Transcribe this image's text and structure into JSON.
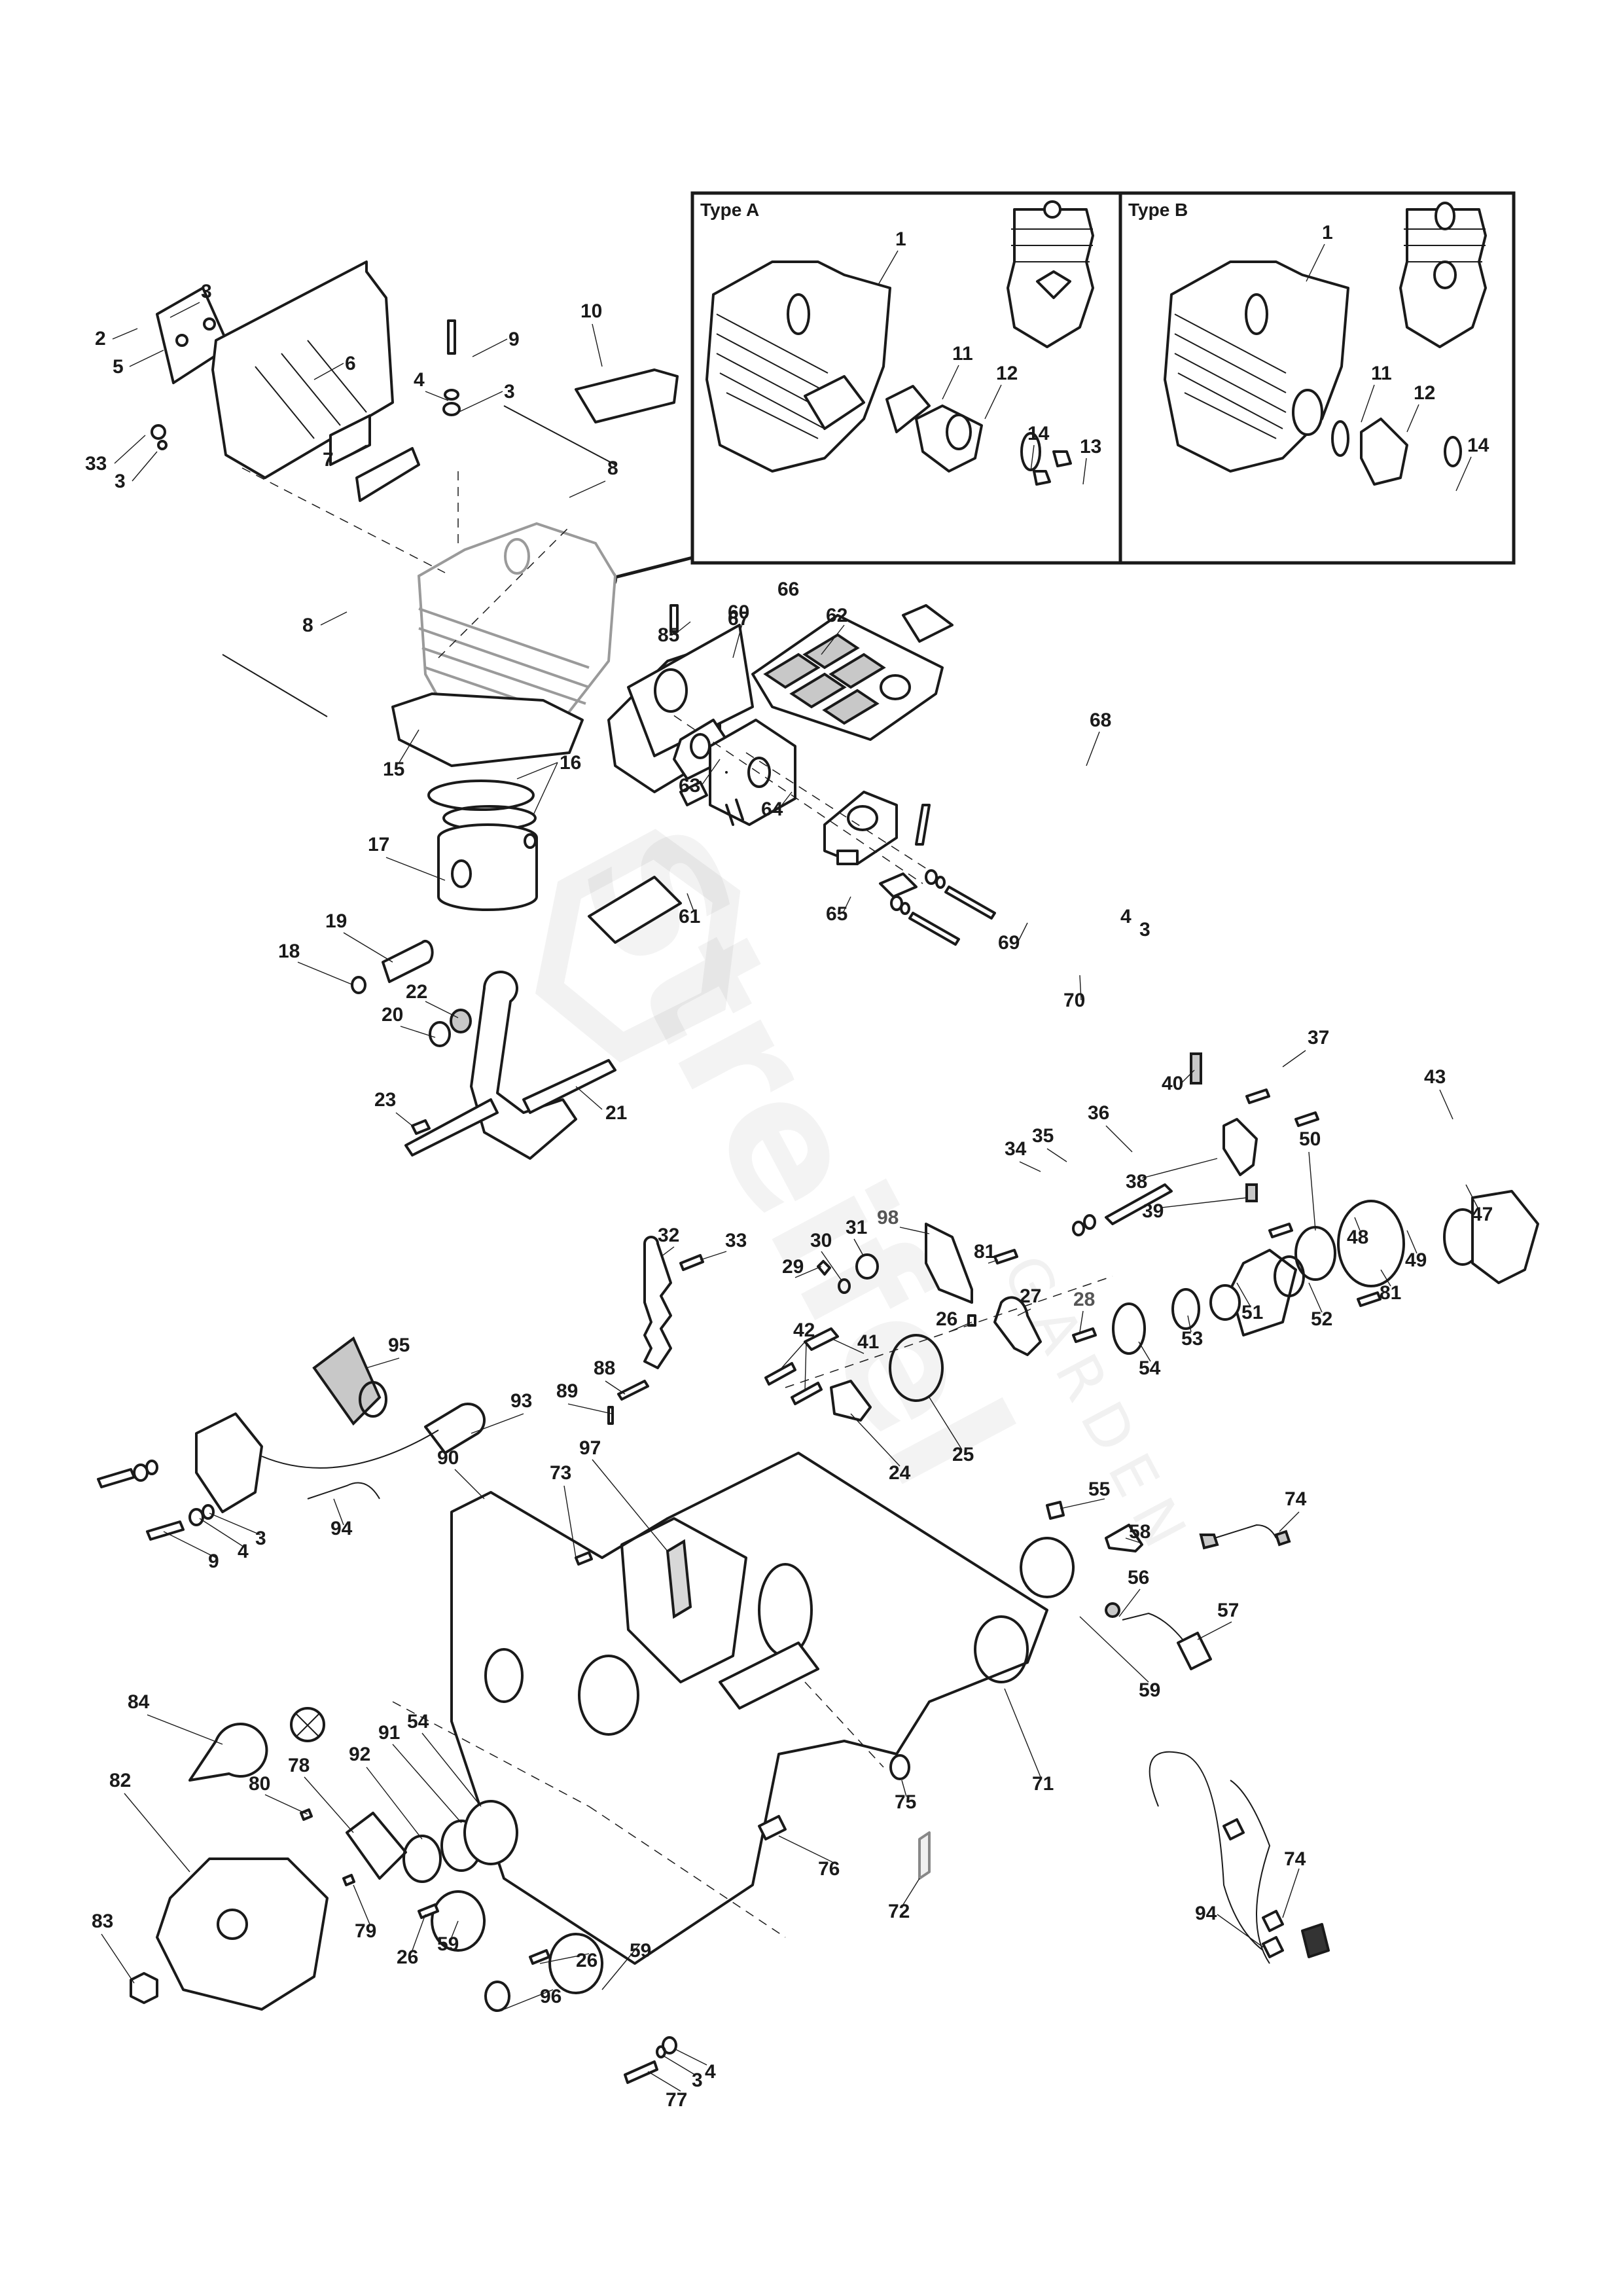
{
  "document": {
    "kind": "exploded parts diagram",
    "subject": "chainsaw engine assembly"
  },
  "watermark": {
    "text": "Streifel",
    "subtext": "GARDEN"
  },
  "inset": {
    "type_a": {
      "title": "Type A",
      "labels": [
        "1",
        "11",
        "12",
        "14",
        "13"
      ]
    },
    "type_b": {
      "title": "Type B",
      "labels": [
        "1",
        "11",
        "12",
        "14"
      ]
    }
  },
  "callouts": [
    {
      "id": "c-3a",
      "text": "3"
    },
    {
      "id": "c-2",
      "text": "2"
    },
    {
      "id": "c-5",
      "text": "5"
    },
    {
      "id": "c-6",
      "text": "6"
    },
    {
      "id": "c-33a",
      "text": "33"
    },
    {
      "id": "c-3b",
      "text": "3"
    },
    {
      "id": "c-7",
      "text": "7"
    },
    {
      "id": "c-9a",
      "text": "9"
    },
    {
      "id": "c-4a",
      "text": "4"
    },
    {
      "id": "c-3c",
      "text": "3"
    },
    {
      "id": "c-10",
      "text": "10"
    },
    {
      "id": "c-8a",
      "text": "8"
    },
    {
      "id": "c-8b",
      "text": "8"
    },
    {
      "id": "c-85",
      "text": "85"
    },
    {
      "id": "c-15",
      "text": "15"
    },
    {
      "id": "c-16",
      "text": "16"
    },
    {
      "id": "c-17",
      "text": "17"
    },
    {
      "id": "c-19",
      "text": "19"
    },
    {
      "id": "c-18",
      "text": "18"
    },
    {
      "id": "c-22",
      "text": "22"
    },
    {
      "id": "c-20",
      "text": "20"
    },
    {
      "id": "c-23",
      "text": "23"
    },
    {
      "id": "c-21",
      "text": "21"
    },
    {
      "id": "c-60",
      "text": "60"
    },
    {
      "id": "c-62",
      "text": "62"
    },
    {
      "id": "c-66",
      "text": "66"
    },
    {
      "id": "c-67",
      "text": "67"
    },
    {
      "id": "c-68",
      "text": "68"
    },
    {
      "id": "c-63",
      "text": "63"
    },
    {
      "id": "c-64",
      "text": "64"
    },
    {
      "id": "c-61",
      "text": "61"
    },
    {
      "id": "c-65",
      "text": "65"
    },
    {
      "id": "c-4b",
      "text": "4"
    },
    {
      "id": "c-3d",
      "text": "3"
    },
    {
      "id": "c-69",
      "text": "69"
    },
    {
      "id": "c-70",
      "text": "70"
    },
    {
      "id": "c-37",
      "text": "37"
    },
    {
      "id": "c-40",
      "text": "40"
    },
    {
      "id": "c-43",
      "text": "43"
    },
    {
      "id": "c-36",
      "text": "36"
    },
    {
      "id": "c-35",
      "text": "35"
    },
    {
      "id": "c-34",
      "text": "34"
    },
    {
      "id": "c-38",
      "text": "38"
    },
    {
      "id": "c-50",
      "text": "50"
    },
    {
      "id": "c-39",
      "text": "39"
    },
    {
      "id": "c-47",
      "text": "47"
    },
    {
      "id": "c-48",
      "text": "48"
    },
    {
      "id": "c-49",
      "text": "49"
    },
    {
      "id": "c-81a",
      "text": "81"
    },
    {
      "id": "c-52",
      "text": "52"
    },
    {
      "id": "c-51",
      "text": "51"
    },
    {
      "id": "c-53",
      "text": "53"
    },
    {
      "id": "c-54a",
      "text": "54"
    },
    {
      "id": "c-98",
      "text": "98"
    },
    {
      "id": "c-81b",
      "text": "81"
    },
    {
      "id": "c-32",
      "text": "32"
    },
    {
      "id": "c-33b",
      "text": "33"
    },
    {
      "id": "c-30",
      "text": "30"
    },
    {
      "id": "c-31",
      "text": "31"
    },
    {
      "id": "c-29",
      "text": "29"
    },
    {
      "id": "c-42",
      "text": "42"
    },
    {
      "id": "c-41",
      "text": "41"
    },
    {
      "id": "c-26a",
      "text": "26"
    },
    {
      "id": "c-27",
      "text": "27"
    },
    {
      "id": "c-28",
      "text": "28"
    },
    {
      "id": "c-24",
      "text": "24"
    },
    {
      "id": "c-25",
      "text": "25"
    },
    {
      "id": "c-95",
      "text": "95"
    },
    {
      "id": "c-93",
      "text": "93"
    },
    {
      "id": "c-88",
      "text": "88"
    },
    {
      "id": "c-89",
      "text": "89"
    },
    {
      "id": "c-90",
      "text": "90"
    },
    {
      "id": "c-97",
      "text": "97"
    },
    {
      "id": "c-73",
      "text": "73"
    },
    {
      "id": "c-94a",
      "text": "94"
    },
    {
      "id": "c-9b",
      "text": "9"
    },
    {
      "id": "c-4c",
      "text": "4"
    },
    {
      "id": "c-3e",
      "text": "3"
    },
    {
      "id": "c-55",
      "text": "55"
    },
    {
      "id": "c-74a",
      "text": "74"
    },
    {
      "id": "c-58",
      "text": "58"
    },
    {
      "id": "c-56",
      "text": "56"
    },
    {
      "id": "c-57",
      "text": "57"
    },
    {
      "id": "c-59a",
      "text": "59"
    },
    {
      "id": "c-71",
      "text": "71"
    },
    {
      "id": "c-75",
      "text": "75"
    },
    {
      "id": "c-84",
      "text": "84"
    },
    {
      "id": "c-82",
      "text": "82"
    },
    {
      "id": "c-78",
      "text": "78"
    },
    {
      "id": "c-80",
      "text": "80"
    },
    {
      "id": "c-92",
      "text": "92"
    },
    {
      "id": "c-91",
      "text": "91"
    },
    {
      "id": "c-54b",
      "text": "54"
    },
    {
      "id": "c-79",
      "text": "79"
    },
    {
      "id": "c-26b",
      "text": "26"
    },
    {
      "id": "c-59b",
      "text": "59"
    },
    {
      "id": "c-26c",
      "text": "26"
    },
    {
      "id": "c-59c",
      "text": "59"
    },
    {
      "id": "c-96",
      "text": "96"
    },
    {
      "id": "c-83",
      "text": "83"
    },
    {
      "id": "c-76",
      "text": "76"
    },
    {
      "id": "c-72",
      "text": "72"
    },
    {
      "id": "c-74b",
      "text": "74"
    },
    {
      "id": "c-94b",
      "text": "94"
    },
    {
      "id": "c-77",
      "text": "77"
    },
    {
      "id": "c-3f",
      "text": "3"
    },
    {
      "id": "c-4d",
      "text": "4"
    }
  ]
}
